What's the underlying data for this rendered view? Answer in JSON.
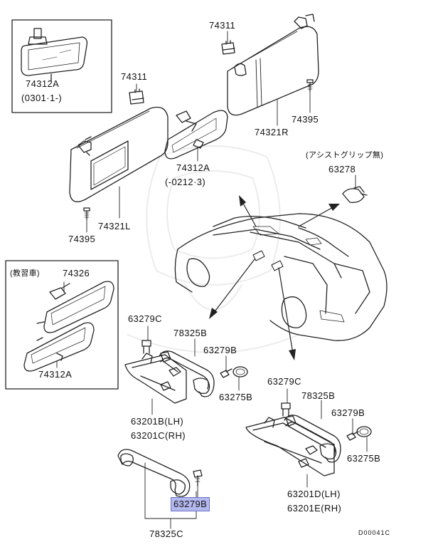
{
  "highlight_color": "#b3b8ee",
  "callouts": {
    "mirror_std_part": "74312A",
    "mirror_std_period": "(0301·1-)",
    "visor_pad_upper_right": "74311",
    "visor_pad_left": "74311",
    "screw_upper_right": "74395",
    "visor_right": "74321R",
    "mirror_mid_part": "74312A",
    "mirror_mid_period": "(-0212·3)",
    "assist_note": "(アシストグリップ無)",
    "assist_cap": "63278",
    "visor_left": "74321L",
    "screw_left": "74395",
    "school_car_note": "(教習車)",
    "mirror_school": "74326",
    "mirror_school_lower": "74312A",
    "cap_left_top": "63279C",
    "handle_left": "78325B",
    "screw_left_grip": "63279B",
    "cover_left": "63275B",
    "bracket_lh": "63201B(LH)",
    "bracket_rh": "63201C(RH)",
    "cap_right_top": "63279C",
    "handle_right": "78325B",
    "screw_right_grip": "63279B",
    "cover_right": "63275B",
    "bracket_right_lh": "63201D(LH)",
    "bracket_right_rh": "63201E(RH)",
    "grip_screw_highlight": "63279B",
    "grip_rear": "78325C",
    "diagram_code": "D00041C"
  }
}
